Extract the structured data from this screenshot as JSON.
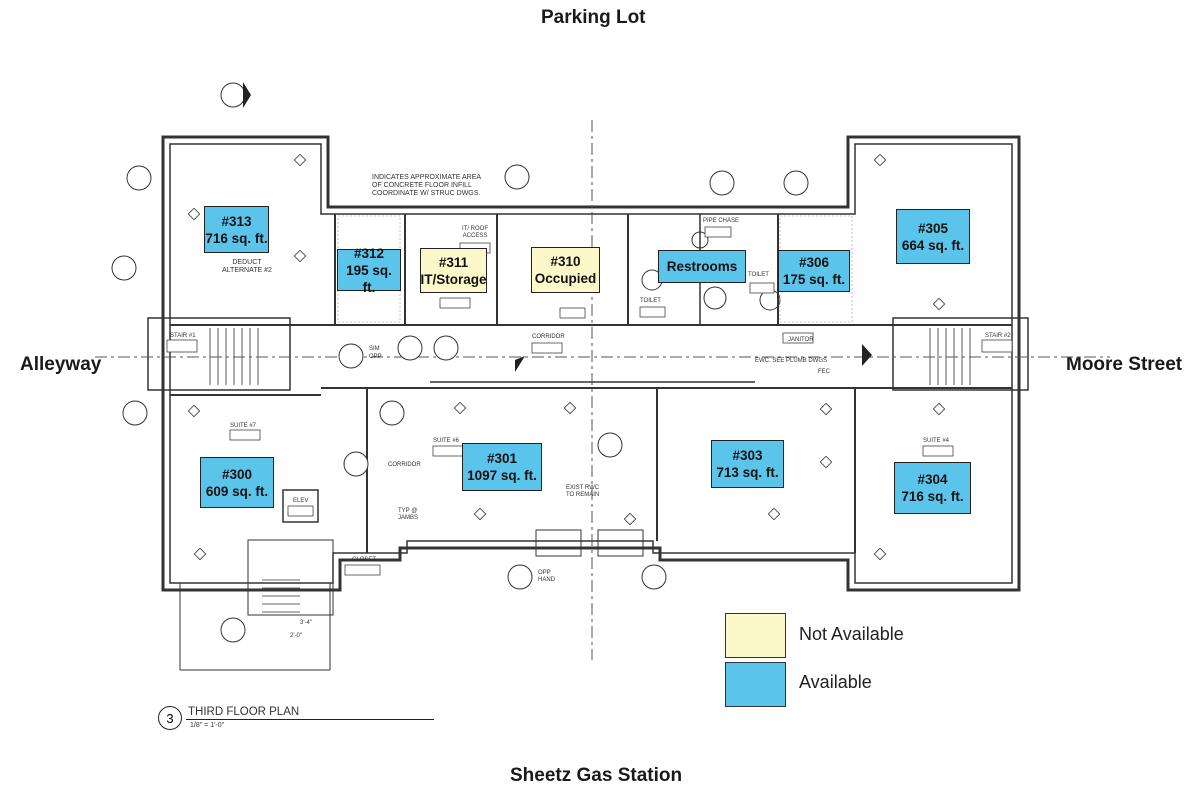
{
  "streets": {
    "north": "Parking Lot",
    "south": "Sheetz Gas Station",
    "west": "Alleyway",
    "east": "Moore Street"
  },
  "colors": {
    "available": "#5bc4ea",
    "not_available": "#fdf8c9"
  },
  "units": [
    {
      "number": "#313",
      "size": "716 sq. ft.",
      "status": "available"
    },
    {
      "number": "#312",
      "size": "195 sq. ft.",
      "status": "available"
    },
    {
      "number": "#311",
      "size": "IT/Storage",
      "status": "not_available"
    },
    {
      "number": "#310",
      "size": "Occupied",
      "status": "not_available"
    },
    {
      "number": "Restrooms",
      "size": "",
      "status": "available"
    },
    {
      "number": "#306",
      "size": "175 sq. ft.",
      "status": "available"
    },
    {
      "number": "#305",
      "size": "664 sq. ft.",
      "status": "available"
    },
    {
      "number": "#300",
      "size": "609 sq. ft.",
      "status": "available"
    },
    {
      "number": "#301",
      "size": "1097 sq. ft.",
      "status": "available"
    },
    {
      "number": "#303",
      "size": "713 sq. ft.",
      "status": "available"
    },
    {
      "number": "#304",
      "size": "716 sq. ft.",
      "status": "available"
    }
  ],
  "legend": [
    {
      "label": "Not Available",
      "status": "not_available"
    },
    {
      "label": "Available",
      "status": "available"
    }
  ],
  "plan_title": {
    "number": "3",
    "name": "THIRD FLOOR PLAN",
    "scale": "1/8\" = 1'-0\""
  },
  "annotations": {
    "infill_note": [
      "INDICATES APPROXIMATE AREA",
      "OF CONCRETE FLOOR INFILL",
      "COORDINATE W/ STRUC DWGS."
    ],
    "deduct_alt": [
      "DEDUCT",
      "ALTERNATE #2"
    ],
    "corridor": "CORRIDOR",
    "stair1": "STAIR #1",
    "stair2": "STAIR #2",
    "janitor": "JANITOR",
    "closet": "CLOSET",
    "elev": "ELEV",
    "pipe_chase": "PIPE CHASE",
    "toilet": "TOILET",
    "it_roof": [
      "IT/ ROOF",
      "ACCESS"
    ],
    "suite7": "SUITE #7",
    "suite6": "SUITE #6",
    "suite4": "SUITE #4",
    "ewc": "EWC. SEE PLUMB DWGS",
    "fec": "FEC",
    "exist_rwc": [
      "EXIST RWC",
      "TO REMAIN"
    ],
    "typ": [
      "TYP @",
      "JAMBS"
    ],
    "opp_hand": [
      "OPP",
      "HAND"
    ],
    "dim1": "3'-4\"",
    "dim2": "2'-0\"",
    "sim": "SIM",
    "opp": "OPP"
  }
}
